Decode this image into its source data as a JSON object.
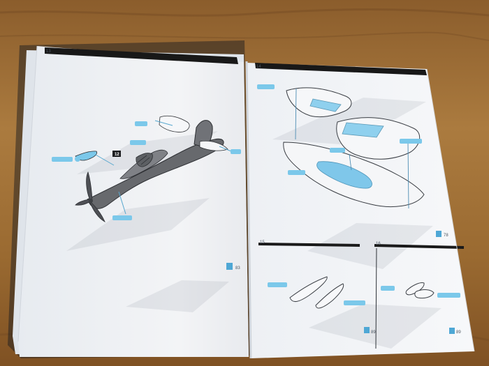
{
  "photo": {
    "left_page": {
      "page_number": "13",
      "paint_code": "83",
      "step_marker": "12"
    },
    "right_page": {
      "page_number": "14",
      "paint_code": "78",
      "step_15": "15",
      "step_16": "16",
      "step_15_paint": "89",
      "step_16_paint": "89"
    }
  },
  "colors": {
    "wood_dark": "#7f5123",
    "wood_light": "#a77639",
    "paper": "#f2f3f6",
    "header_bar": "#202020",
    "aircraft_gray": "#66686d",
    "highlight_blue": "#76c6ea"
  }
}
